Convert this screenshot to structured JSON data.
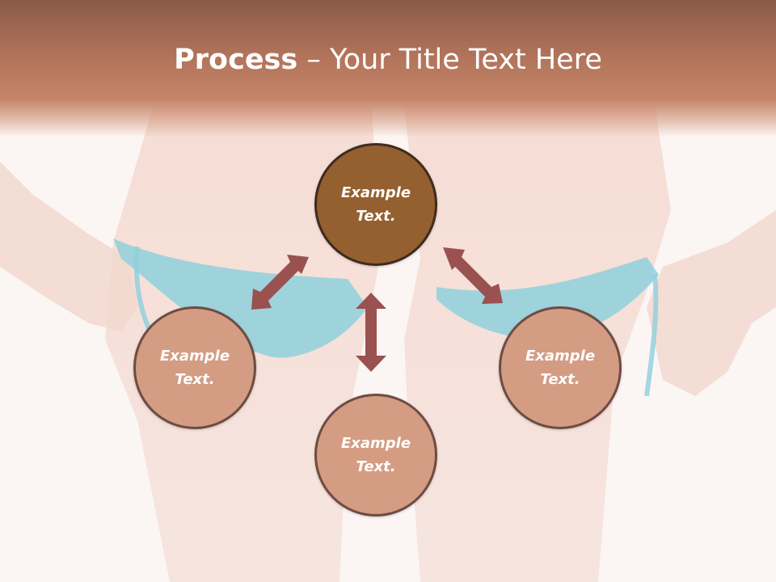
{
  "slide": {
    "title_bold": "Process",
    "title_rest": " – Your Title Text Here"
  },
  "diagram": {
    "nodes": [
      {
        "id": "top",
        "line1": "Example",
        "line2": "Text."
      },
      {
        "id": "left",
        "line1": "Example",
        "line2": "Text."
      },
      {
        "id": "right",
        "line1": "Example",
        "line2": "Text."
      },
      {
        "id": "bottom",
        "line1": "Example",
        "line2": "Text."
      }
    ]
  },
  "colors": {
    "title_band": "#c58467",
    "center_node": "#95602f",
    "outer_node": "#d49c83",
    "arrow": "#9a5250",
    "swimwear": "#8fd0dc"
  }
}
